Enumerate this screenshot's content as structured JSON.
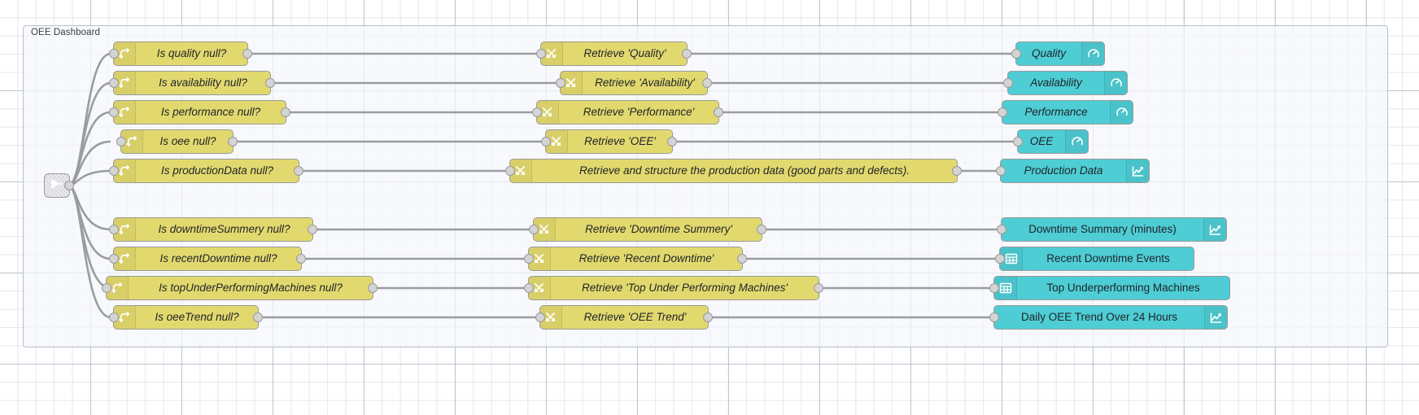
{
  "editor": {
    "group_label": "OEE Dashboard",
    "colors": {
      "switch_node": "#e2d96e",
      "change_node": "#e2d96e",
      "dashboard_node": "#4ecdd4",
      "link_node": "#d7d8db",
      "wire": "#999ca0",
      "group_border": "#b8bfcb"
    }
  },
  "start_node": {
    "name": "link-in-node",
    "icon": "link-in-icon"
  },
  "rows": [
    {
      "switch": {
        "label": "Is quality null?",
        "icon": "switch-icon"
      },
      "change": {
        "label": "Retrieve 'Quality'",
        "icon": "change-icon"
      },
      "dashboard": {
        "label": "Quality",
        "icon": "gauge-icon",
        "icon_side": "right"
      }
    },
    {
      "switch": {
        "label": "Is availability null?",
        "icon": "switch-icon"
      },
      "change": {
        "label": "Retrieve 'Availability'",
        "icon": "change-icon"
      },
      "dashboard": {
        "label": "Availability",
        "icon": "gauge-icon",
        "icon_side": "right"
      }
    },
    {
      "switch": {
        "label": "Is performance null?",
        "icon": "switch-icon"
      },
      "change": {
        "label": "Retrieve 'Performance'",
        "icon": "change-icon"
      },
      "dashboard": {
        "label": "Performance",
        "icon": "gauge-icon",
        "icon_side": "right"
      }
    },
    {
      "switch": {
        "label": "Is oee null?",
        "icon": "switch-icon"
      },
      "change": {
        "label": "Retrieve 'OEE'",
        "icon": "change-icon"
      },
      "dashboard": {
        "label": "OEE",
        "icon": "gauge-icon",
        "icon_side": "right"
      }
    },
    {
      "switch": {
        "label": "Is productionData null?",
        "icon": "switch-icon"
      },
      "change": {
        "label": "Retrieve and structure the production data (good parts and defects).",
        "icon": "change-icon"
      },
      "dashboard": {
        "label": "Production Data",
        "icon": "chart-icon",
        "icon_side": "right"
      }
    },
    {
      "switch": {
        "label": "Is downtimeSummery null?",
        "icon": "switch-icon"
      },
      "change": {
        "label": "Retrieve 'Downtime Summery'",
        "icon": "change-icon"
      },
      "dashboard": {
        "label": "Downtime Summary (minutes)",
        "icon": "chart-icon",
        "icon_side": "right"
      }
    },
    {
      "switch": {
        "label": "Is recentDowntime null?",
        "icon": "switch-icon"
      },
      "change": {
        "label": "Retrieve 'Recent Downtime'",
        "icon": "change-icon"
      },
      "dashboard": {
        "label": "Recent Downtime Events",
        "icon": "table-icon",
        "icon_side": "left"
      }
    },
    {
      "switch": {
        "label": "Is topUnderPerformingMachines null?",
        "icon": "switch-icon"
      },
      "change": {
        "label": "Retrieve 'Top Under Performing Machines'",
        "icon": "change-icon"
      },
      "dashboard": {
        "label": "Top Underperforming Machines",
        "icon": "table-icon",
        "icon_side": "left"
      }
    },
    {
      "switch": {
        "label": "Is oeeTrend null?",
        "icon": "switch-icon"
      },
      "change": {
        "label": "Retrieve 'OEE Trend'",
        "icon": "change-icon"
      },
      "dashboard": {
        "label": "Daily OEE Trend Over 24 Hours",
        "icon": "chart-icon",
        "icon_side": "right"
      }
    }
  ]
}
